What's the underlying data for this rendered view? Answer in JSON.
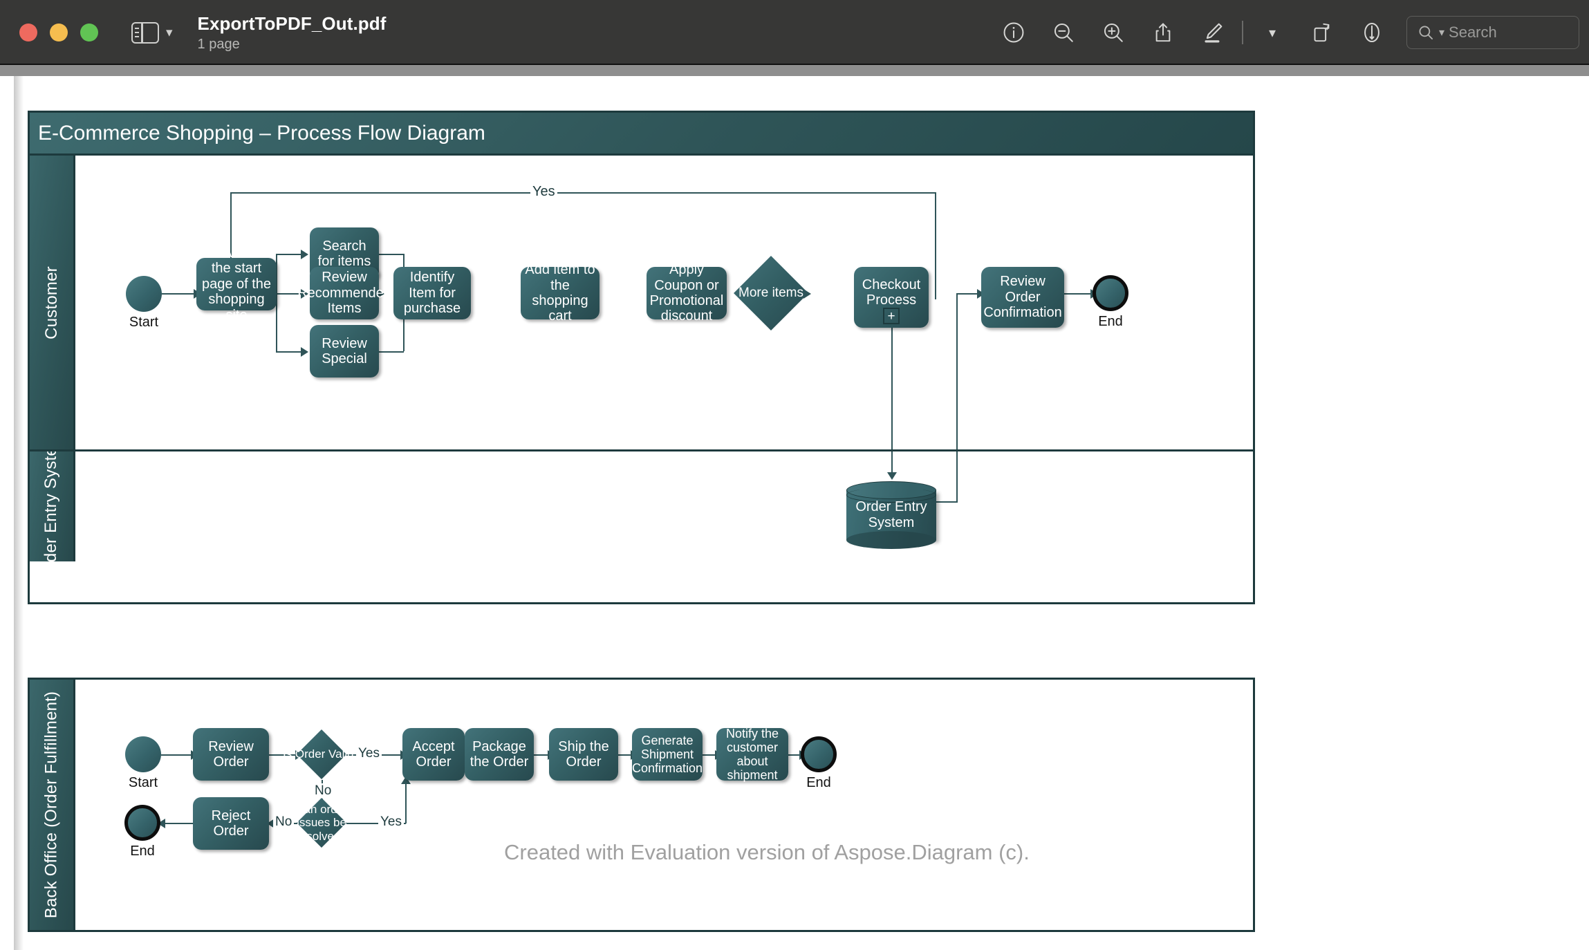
{
  "window": {
    "title": "ExportToPDF_Out.pdf",
    "subtitle": "1 page",
    "traffic_lights": [
      "close",
      "minimize",
      "zoom"
    ],
    "sidebar_toggle_icon": "sidebar-icon",
    "chevron_icon": "chevron-down-icon",
    "toolbar": [
      {
        "name": "info-icon",
        "label": "Info"
      },
      {
        "name": "zoom-out-icon",
        "label": "Zoom Out"
      },
      {
        "name": "zoom-in-icon",
        "label": "Zoom In"
      },
      {
        "name": "share-icon",
        "label": "Share"
      },
      {
        "name": "markup-icon",
        "label": "Markup"
      },
      {
        "name": "markup-chevron-icon",
        "label": "Markup Options"
      },
      {
        "name": "rotate-icon",
        "label": "Rotate"
      },
      {
        "name": "annotate-icon",
        "label": "Annotate"
      }
    ],
    "search": {
      "placeholder": "Search",
      "icon": "search-icon"
    }
  },
  "diagram": {
    "title": "E-Commerce Shopping – Process Flow Diagram",
    "watermark": "Created with Evaluation version of Aspose.Diagram (c).",
    "colors": {
      "shape_fill_light": "#43737a",
      "shape_fill_dark": "#27494e",
      "border": "#1d3a3d",
      "connector": "#2f5458",
      "text": "#ffffff",
      "watermark": "#a0a0a0"
    },
    "pools": [
      {
        "name": "pool-ecommerce",
        "lanes": [
          {
            "name": "lane-customer",
            "label": "Customer",
            "shapes": [
              {
                "id": "c-start",
                "type": "start-event",
                "label": "Start"
              },
              {
                "id": "c-navigate",
                "type": "task",
                "label": "Nativate to the start page of the shopping site"
              },
              {
                "id": "c-search",
                "type": "task",
                "label": "Search for items"
              },
              {
                "id": "c-review-rec",
                "type": "task",
                "label": "Review Recommended Items"
              },
              {
                "id": "c-review-special",
                "type": "task",
                "label": "Review Special"
              },
              {
                "id": "c-identify",
                "type": "task",
                "label": "Identify Item for purchase"
              },
              {
                "id": "c-addcart",
                "type": "task",
                "label": "Add item to the shopping cart"
              },
              {
                "id": "c-coupon",
                "type": "task",
                "label": "Apply Coupon or Promotional discount"
              },
              {
                "id": "c-moreitems",
                "type": "gateway",
                "label": "More items"
              },
              {
                "id": "c-checkout",
                "type": "subprocess",
                "label": "Checkout Process",
                "marker": "+"
              },
              {
                "id": "c-revieworder",
                "type": "task",
                "label": "Review Order Confirmation"
              },
              {
                "id": "c-end",
                "type": "end-event",
                "label": "End"
              }
            ],
            "edge_labels": [
              {
                "id": "c-yes",
                "label": "Yes"
              }
            ]
          },
          {
            "name": "lane-order-entry",
            "label": "Order Entry System",
            "shapes": [
              {
                "id": "oe-db",
                "type": "datastore",
                "label": "Order Entry System"
              }
            ],
            "edge_labels": []
          }
        ]
      },
      {
        "name": "pool-backoffice",
        "lanes": [
          {
            "name": "lane-backoffice",
            "label": "Back Office (Order Fulfillment)",
            "shapes": [
              {
                "id": "b-start",
                "type": "start-event",
                "label": "Start"
              },
              {
                "id": "b-review",
                "type": "task",
                "label": "Review Order"
              },
              {
                "id": "b-valid",
                "type": "gateway",
                "label": "Is Order Valid?"
              },
              {
                "id": "b-accept",
                "type": "task",
                "label": "Accept Order"
              },
              {
                "id": "b-package",
                "type": "task",
                "label": "Package the Order"
              },
              {
                "id": "b-ship",
                "type": "task",
                "label": "Ship the Order"
              },
              {
                "id": "b-genconf",
                "type": "task",
                "label": "Generate Shipment Confirmation"
              },
              {
                "id": "b-notify",
                "type": "task",
                "label": "Notify the customer about shipment"
              },
              {
                "id": "b-end",
                "type": "end-event",
                "label": "End"
              },
              {
                "id": "b-resolve",
                "type": "gateway",
                "label": "Can order issues be resolved?"
              },
              {
                "id": "b-reject",
                "type": "task",
                "label": "Reject Order"
              },
              {
                "id": "b-end2",
                "type": "end-event",
                "label": "End"
              }
            ],
            "edge_labels": [
              {
                "id": "b-yes1",
                "label": "Yes"
              },
              {
                "id": "b-no1",
                "label": "No"
              },
              {
                "id": "b-yes2",
                "label": "Yes"
              },
              {
                "id": "b-no2",
                "label": "No"
              }
            ]
          }
        ]
      }
    ]
  }
}
